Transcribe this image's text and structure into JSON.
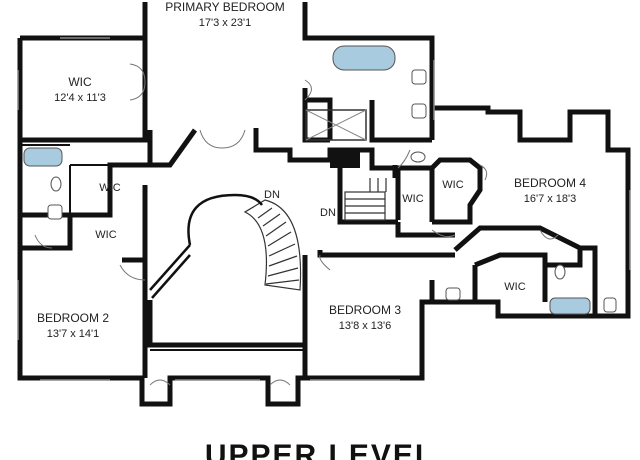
{
  "plan_title": "UPPER LEVEL",
  "rooms": {
    "primary_bedroom": {
      "name": "PRIMARY BEDROOM",
      "dim": "17'3 x 23'1"
    },
    "wic_primary": {
      "name": "WIC",
      "dim": "12'4 x 11'3"
    },
    "bedroom_2": {
      "name": "BEDROOM 2",
      "dim": "13'7 x 14'1"
    },
    "bedroom_3": {
      "name": "BEDROOM 3",
      "dim": "13'8 x 13'6"
    },
    "bedroom_4": {
      "name": "BEDROOM 4",
      "dim": "16'7 x 18'3"
    }
  },
  "closets": {
    "wic_a": "WIC",
    "wic_b": "WIC",
    "wic_c": "WIC",
    "wic_d": "WIC",
    "wic_e": "WIC"
  },
  "stairs": {
    "dn_main": "DN",
    "dn_back": "DN"
  },
  "colors": {
    "wall": "#111111",
    "fixture": "#a9cbe0",
    "fixture_stroke": "#555555"
  }
}
